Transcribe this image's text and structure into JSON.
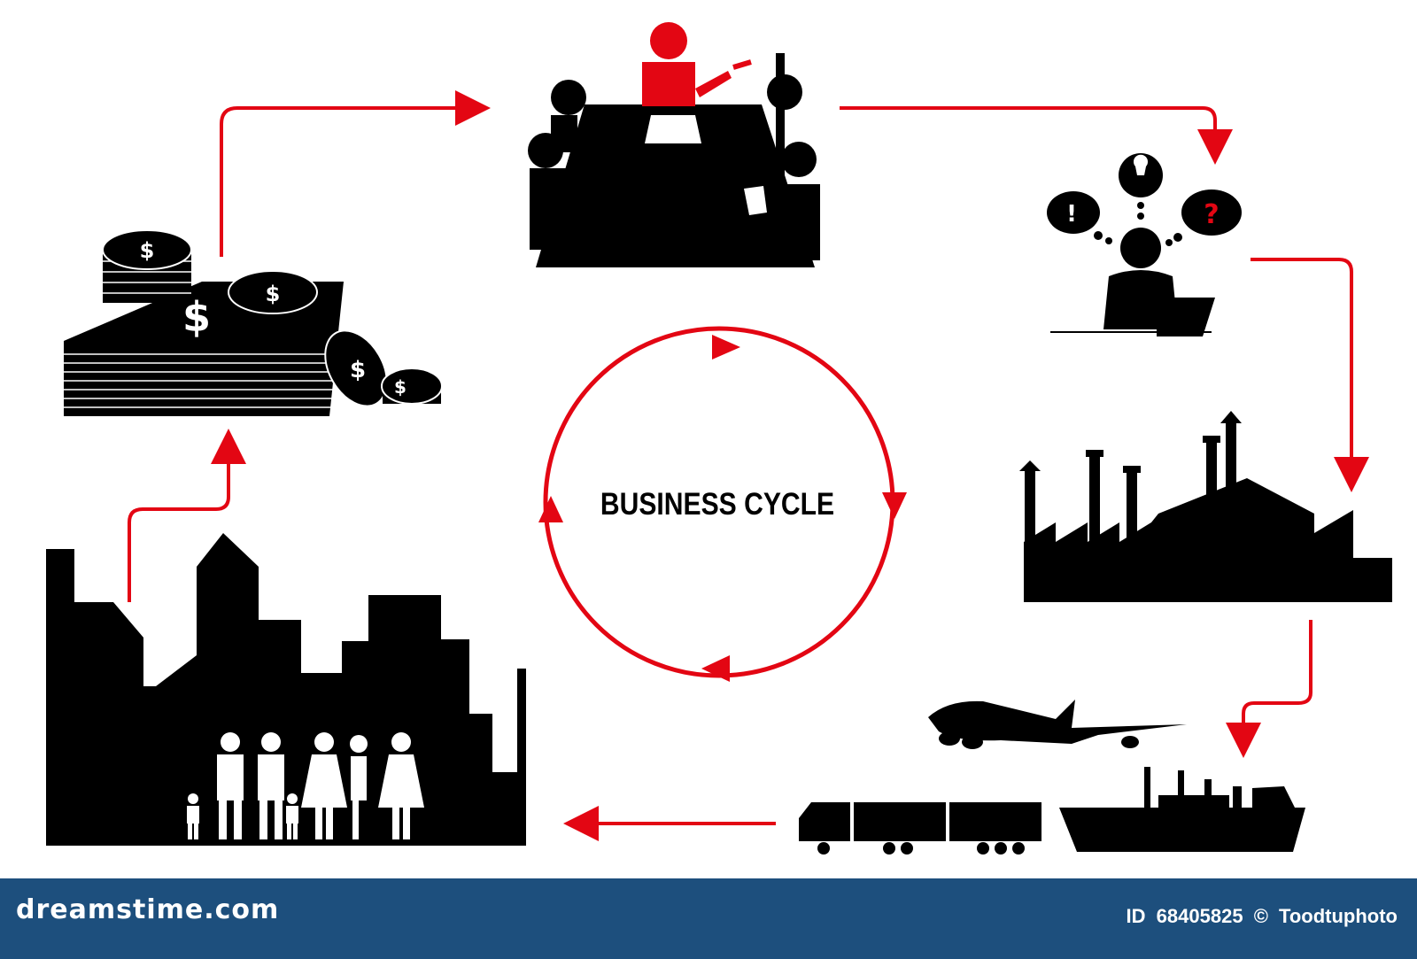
{
  "diagram": {
    "title": "BUSINESS CYCLE",
    "stages": [
      "money-icon",
      "meeting-icon",
      "idea-icon",
      "factory-icon",
      "transport-icon",
      "city-people-icon"
    ],
    "icon_glyphs": {
      "dollar": "$",
      "exclaim": "!",
      "question": "?"
    },
    "colors": {
      "arrow": "#e30613",
      "ink": "#000000",
      "accent_person": "#e30613"
    }
  },
  "footer": {
    "logo": "dreamstime.com",
    "id_label": "ID",
    "id_value": "68405825",
    "copyright_symbol": "©",
    "author": "Toodtuphoto",
    "background": "#1d4f7d"
  }
}
